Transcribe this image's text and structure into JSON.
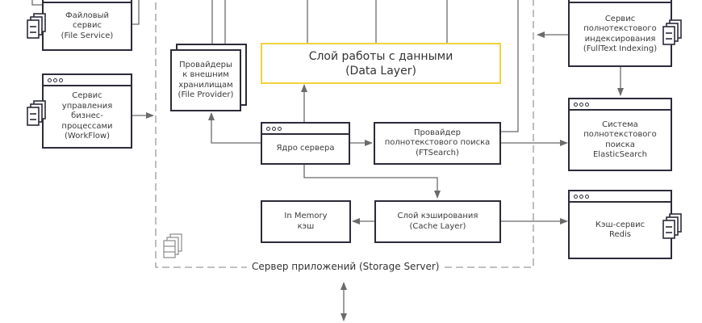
{
  "diagram": {
    "container_label": "Сервер приложений (Storage Server)",
    "colors": {
      "box_border": "#2b2b3a",
      "highlight_border": "#f0d23c",
      "wire": "#6b6b6b",
      "container_dash": "#9a9a9a"
    },
    "nodes": {
      "file_service": "Файловый\nсервис\n(File Service)",
      "workflow": "Сервис\nуправления\nбизнес-\nпроцессами\n(WorkFlow)",
      "file_provider": "Провайдеры\nк внешним\nхранилищам\n(File Provider)",
      "data_layer": "Слой работы с данными\n(Data Layer)",
      "server_core": "Ядро сервера",
      "ftsearch": "Провайдер\nполнотекстового поиска\n(FTSearch)",
      "in_memory": "In Memory\nкэш",
      "cache_layer": "Слой кэширования\n(Cache Layer)",
      "fulltext_indexing": "Сервис\nполнотекстового\nиндексирования\n(FullText Indexing)",
      "elasticsearch": "Система\nполнотекстового\nпоиска\nElasticSearch",
      "redis": "Кэш-сервис\nRedis"
    }
  }
}
